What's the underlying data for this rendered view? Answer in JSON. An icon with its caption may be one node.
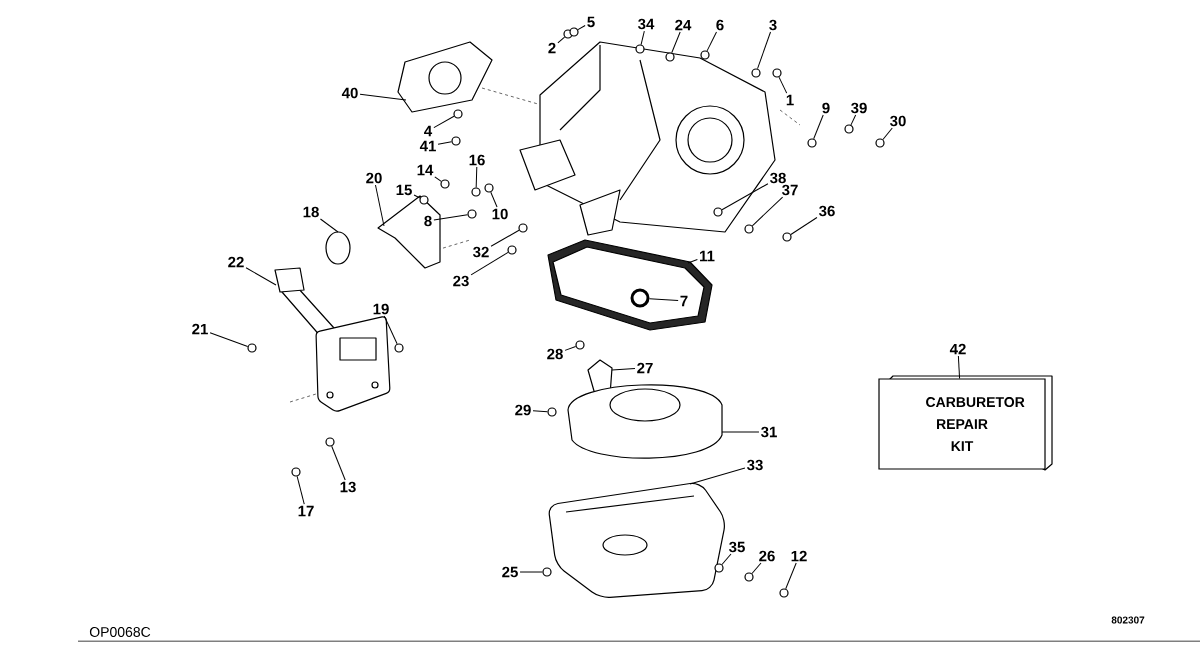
{
  "diagram": {
    "nodes": [
      {
        "text": [
          "5"
        ]
      },
      {
        "text": [
          "34"
        ]
      },
      {
        "text": [
          "24"
        ]
      },
      {
        "text": [
          "6"
        ]
      },
      {
        "text": [
          "3"
        ]
      },
      {
        "text": [
          "2"
        ]
      },
      {
        "text": [
          "1"
        ]
      },
      {
        "text": [
          "40"
        ]
      },
      {
        "text": [
          "9"
        ]
      },
      {
        "text": [
          "39"
        ]
      },
      {
        "text": [
          "30"
        ]
      },
      {
        "text": [
          "4"
        ]
      },
      {
        "text": [
          "41"
        ]
      },
      {
        "text": [
          "16"
        ]
      },
      {
        "text": [
          "14"
        ]
      },
      {
        "text": [
          "20"
        ]
      },
      {
        "text": [
          "15"
        ]
      },
      {
        "text": [
          "38"
        ]
      },
      {
        "text": [
          "18"
        ]
      },
      {
        "text": [
          "8"
        ]
      },
      {
        "text": [
          "10"
        ]
      },
      {
        "text": [
          "37"
        ]
      },
      {
        "text": [
          "36"
        ]
      },
      {
        "text": [
          "32"
        ]
      },
      {
        "text": [
          "11"
        ]
      },
      {
        "text": [
          "22"
        ]
      },
      {
        "text": [
          "23"
        ]
      },
      {
        "text": [
          "7"
        ]
      },
      {
        "text": [
          "19"
        ]
      },
      {
        "text": [
          "21"
        ]
      },
      {
        "text": [
          "42"
        ]
      },
      {
        "text": [
          "28"
        ]
      },
      {
        "text": [
          "27"
        ]
      },
      {
        "text": [
          "29"
        ]
      },
      {
        "text": [
          "31"
        ]
      },
      {
        "text": [
          "33"
        ]
      },
      {
        "text": [
          "13"
        ]
      },
      {
        "text": [
          "17"
        ]
      },
      {
        "text": [
          "35"
        ]
      },
      {
        "text": [
          "26"
        ]
      },
      {
        "text": [
          "12"
        ]
      },
      {
        "text": [
          "25"
        ]
      },
      {
        "text": [
          "CARBURETOR REPAIR KIT"
        ]
      },
      {
        "text": [],
        "shape": "circle"
      },
      {
        "text": [],
        "shape": "circle"
      },
      {
        "text": [],
        "shape": "circle"
      },
      {
        "text": [],
        "shape": "circle"
      },
      {
        "text": [],
        "shape": "circle"
      },
      {
        "text": [],
        "shape": "circle"
      },
      {
        "text": [],
        "shape": "circle"
      },
      {
        "text": [],
        "shape": "circle"
      },
      {
        "text": [],
        "shape": "circle"
      },
      {
        "text": [],
        "shape": "circle"
      },
      {
        "text": [],
        "shape": "circle"
      },
      {
        "text": [],
        "shape": "circle"
      },
      {
        "text": [],
        "shape": "circle"
      },
      {
        "text": [],
        "shape": "circle"
      },
      {
        "text": [],
        "shape": "circle"
      },
      {
        "text": [],
        "shape": "circle"
      },
      {
        "text": [],
        "shape": "circle"
      },
      {
        "text": [],
        "shape": "circle"
      },
      {
        "text": [],
        "shape": "circle"
      },
      {
        "text": [],
        "shape": "circle"
      },
      {
        "text": [],
        "shape": "circle"
      },
      {
        "text": [],
        "shape": "circle"
      },
      {
        "text": [],
        "shape": "circle"
      },
      {
        "text": [],
        "shape": "circle"
      },
      {
        "text": [],
        "shape": "circle"
      },
      {
        "text": [],
        "shape": "circle"
      },
      {
        "text": [],
        "shape": "circle"
      },
      {
        "text": [],
        "shape": "circle"
      },
      {
        "text": [],
        "shape": "circle"
      },
      {
        "text": [],
        "shape": "circle"
      },
      {
        "text": [],
        "shape": "circle"
      },
      {
        "text": [],
        "shape": "circle"
      },
      {
        "text": [],
        "shape": "circle"
      }
    ],
    "edges": [
      {
        "from": 0,
        "to": 59,
        "arrow": "none"
      },
      {
        "from": 1,
        "to": 61,
        "arrow": "none"
      },
      {
        "from": 2,
        "to": 62,
        "arrow": "none"
      },
      {
        "from": 3,
        "to": 63,
        "arrow": "none"
      },
      {
        "from": 4,
        "to": 68,
        "arrow": "none"
      },
      {
        "from": 5,
        "to": 58,
        "arrow": "none"
      },
      {
        "from": 6,
        "to": 69,
        "arrow": "none"
      },
      {
        "from": 7,
        "to": null,
        "arrow": "none"
      },
      {
        "from": 8,
        "to": 72,
        "arrow": "none"
      },
      {
        "from": 9,
        "to": 73,
        "arrow": "none"
      },
      {
        "from": 10,
        "to": 74,
        "arrow": "none"
      },
      {
        "from": 11,
        "to": 50,
        "arrow": "none"
      },
      {
        "from": 12,
        "to": 49,
        "arrow": "none"
      },
      {
        "from": 13,
        "to": 52,
        "arrow": "none"
      },
      {
        "from": 14,
        "to": 48,
        "arrow": "none"
      },
      {
        "from": 15,
        "to": null,
        "arrow": "none"
      },
      {
        "from": 16,
        "to": 47,
        "arrow": "none"
      },
      {
        "from": 17,
        "to": 64,
        "arrow": "none"
      },
      {
        "from": 18,
        "to": null,
        "arrow": "none"
      },
      {
        "from": 19,
        "to": 51,
        "arrow": "none"
      },
      {
        "from": 20,
        "to": 53,
        "arrow": "none"
      },
      {
        "from": 21,
        "to": 66,
        "arrow": "none"
      },
      {
        "from": 22,
        "to": 71,
        "arrow": "none"
      },
      {
        "from": 23,
        "to": 55,
        "arrow": "none"
      },
      {
        "from": 24,
        "to": null,
        "arrow": "none"
      },
      {
        "from": 25,
        "to": null,
        "arrow": "none"
      },
      {
        "from": 26,
        "to": 54,
        "arrow": "none"
      },
      {
        "from": 27,
        "to": 75,
        "arrow": "none"
      },
      {
        "from": 28,
        "to": 46,
        "arrow": "none"
      },
      {
        "from": 29,
        "to": 43,
        "arrow": "none"
      },
      {
        "from": 30,
        "to": 42,
        "arrow": "none"
      },
      {
        "from": 31,
        "to": 60,
        "arrow": "none"
      },
      {
        "from": 32,
        "to": null,
        "arrow": "none"
      },
      {
        "from": 33,
        "to": 57,
        "arrow": "none"
      },
      {
        "from": 34,
        "to": null,
        "arrow": "none"
      },
      {
        "from": 35,
        "to": null,
        "arrow": "none"
      },
      {
        "from": 36,
        "to": 45,
        "arrow": "none"
      },
      {
        "from": 37,
        "to": 44,
        "arrow": "none"
      },
      {
        "from": 38,
        "to": 65,
        "arrow": "none"
      },
      {
        "from": 39,
        "to": 67,
        "arrow": "none"
      },
      {
        "from": 40,
        "to": 70,
        "arrow": "none"
      },
      {
        "from": 41,
        "to": 56,
        "arrow": "none"
      }
    ],
    "labels": [
      "OP0068C",
      "802307"
    ]
  }
}
